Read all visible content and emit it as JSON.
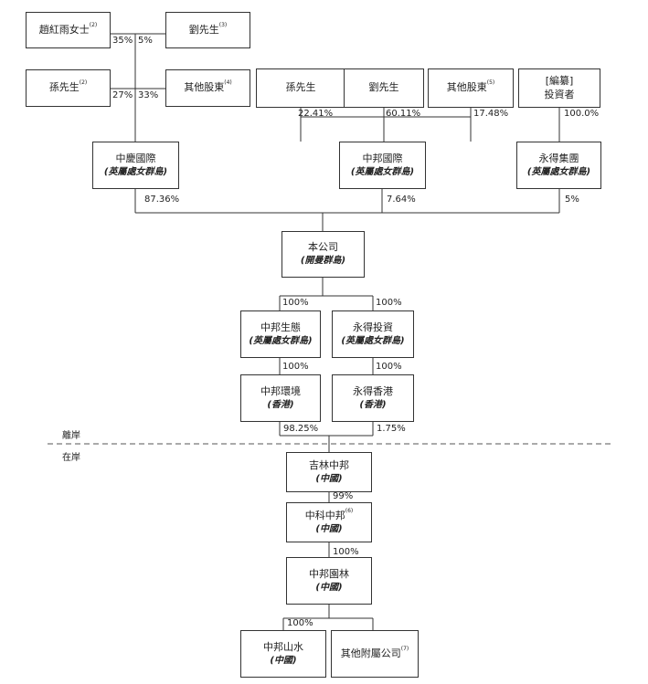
{
  "nodes": {
    "zhao": {
      "name": "趙紅雨女士",
      "note": "(2)"
    },
    "liu_top": {
      "name": "劉先生",
      "note": "(3)"
    },
    "sun_left": {
      "name": "孫先生",
      "note": "(2)"
    },
    "other_left": {
      "name": "其他股東",
      "note": "(4)"
    },
    "sun_mid": {
      "name": "孫先生"
    },
    "liu_mid": {
      "name": "劉先生"
    },
    "other_mid": {
      "name": "其他股東",
      "note": "(5)"
    },
    "redacted": {
      "name": "[編纂]",
      "name2": "投資者"
    },
    "zhongqing": {
      "name": "中慶國際",
      "sub": "(英屬處女群島)"
    },
    "zhongbang_intl": {
      "name": "中邦國際",
      "sub": "(英屬處女群島)"
    },
    "yongde_group": {
      "name": "永得集團",
      "sub": "(英屬處女群島)"
    },
    "company": {
      "name": "本公司",
      "sub": "(開曼群島)"
    },
    "zb_eco": {
      "name": "中邦生態",
      "sub": "(英屬處女群島)"
    },
    "yd_invest": {
      "name": "永得投資",
      "sub": "(英屬處女群島)"
    },
    "zb_env": {
      "name": "中邦環境",
      "sub": "(香港)"
    },
    "yd_hk": {
      "name": "永得香港",
      "sub": "(香港)"
    },
    "jilin": {
      "name": "吉林中邦",
      "sub": "(中國)"
    },
    "zhongke": {
      "name": "中科中邦",
      "note": "(6)",
      "sub": "(中國)"
    },
    "garden": {
      "name": "中邦園林",
      "sub": "(中國)"
    },
    "shanshui": {
      "name": "中邦山水",
      "sub": "(中國)"
    },
    "other_sub": {
      "name": "其他附屬公司",
      "note": "(7)"
    }
  },
  "percentages": {
    "zhao": "35%",
    "liu_top": "5%",
    "sun_left": "27%",
    "other_left": "33%",
    "sun_mid": "22.41%",
    "liu_mid": "60.11%",
    "other_mid": "17.48%",
    "investor": "100.0%",
    "zhongqing": "87.36%",
    "zhongbang_intl": "7.64%",
    "yongde_group": "5%",
    "zb_eco": "100%",
    "yd_invest": "100%",
    "zb_env_owned": "100%",
    "yd_hk_owned": "100%",
    "zb_env": "98.25%",
    "yd_hk": "1.75%",
    "zhongke": "99%",
    "garden": "100%",
    "shanshui": "100%"
  },
  "zones": {
    "offshore": "離岸",
    "onshore": "在岸"
  }
}
